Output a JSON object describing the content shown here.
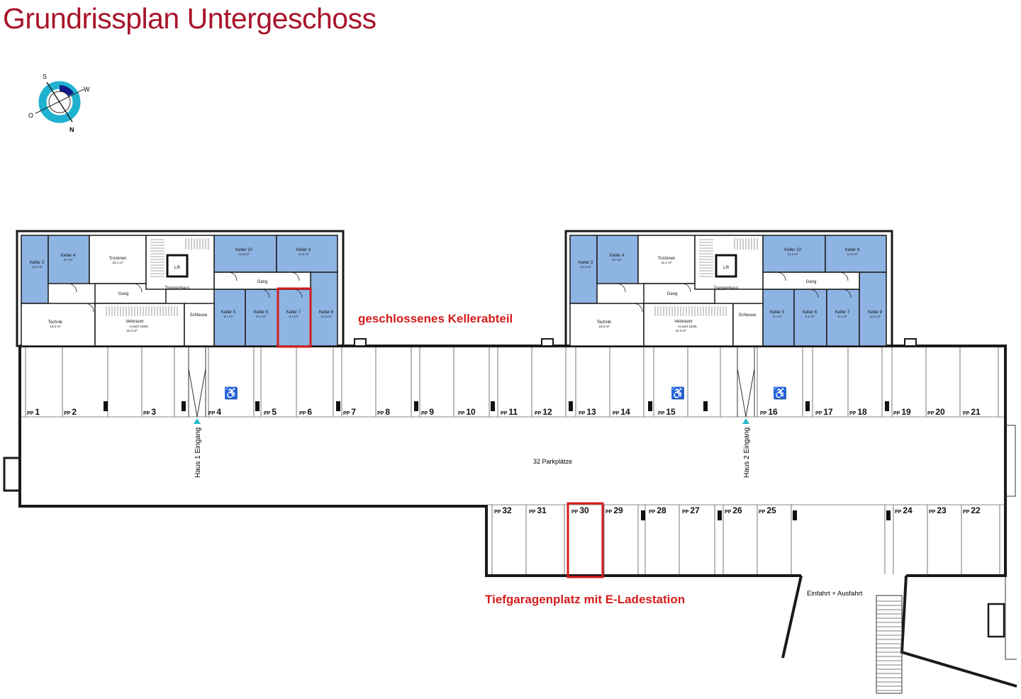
{
  "title": "Grundrissplan Untergeschoss",
  "compass": {
    "s": "S",
    "w": "W",
    "o": "O",
    "n": "N",
    "accent": "#0f1a8c",
    "ring": "#1fb2d0"
  },
  "colors": {
    "title": "#a8142b",
    "cellar_fill": "#8eb4e3",
    "highlight": "#d41c1c"
  },
  "annotations": {
    "cellar": "geschlossenes Kellerabteil",
    "parking": "Tiefgaragenplatz mit E-Ladestation"
  },
  "garage": {
    "parking_count_label": "32 Parkplätze",
    "entrance_house_1": "Haus 1 Eingang",
    "entrance_house_2": "Haus 2 Eingang",
    "driveway": "Einfahrt + Ausfahrt",
    "spot_prefix": "PP",
    "top_row": [
      "1",
      "2",
      "3",
      "4",
      "5",
      "6",
      "7",
      "8",
      "9",
      "10",
      "11",
      "12",
      "13",
      "14",
      "15",
      "16",
      "17",
      "18",
      "19",
      "20",
      "21"
    ],
    "bottom_row": [
      "32",
      "31",
      "30",
      "29",
      "28",
      "27",
      "26",
      "25",
      "24",
      "23",
      "22"
    ],
    "highlighted_spot": "30"
  },
  "house_rooms": {
    "keller_3": "Keller 3",
    "keller_3_area": "10.3 m²",
    "keller_4": "Keller 4",
    "keller_4_area": "9.7 m²",
    "trocknen": "Trocknen",
    "trocknen_area": "15.1 m²",
    "lift": "Lift",
    "treppenhaus": "Treppenhaus",
    "keller_10": "Keller 10",
    "keller_10_area": "11.8 m²",
    "keller_9": "Keller 9",
    "keller_9_area": "11.8 m²",
    "gang": "Gang",
    "technik": "Technik",
    "technik_area": "18.6 m²",
    "veloraum": "Veloraum",
    "veloraum_count": "Anzahl 16Stk.",
    "veloraum_area": "19.3 m²",
    "schleuse": "Schleuse",
    "keller_5": "Keller 5",
    "keller_5_area": "9.1 m²",
    "keller_6": "Keller 6",
    "keller_6_area": "9.1 m²",
    "keller_7": "Keller 7",
    "keller_7_area": "9.1 m²",
    "keller_8": "Keller 8",
    "keller_8_area": "11.0 m²"
  }
}
